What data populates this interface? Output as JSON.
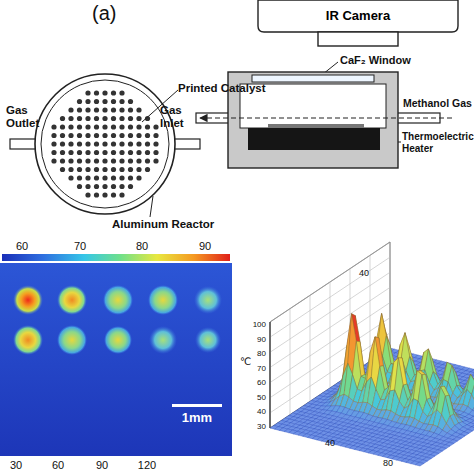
{
  "diagram": {
    "nodes": [
      {
        "text": [
          "IR Camera"
        ]
      }
    ],
    "labels": [
      "(a)",
      "Gas Outlet",
      "Gas Inlet",
      "Printed Catalyst",
      "Aluminum Reactor",
      "CaF₂ Window",
      "Methanol Gas",
      "Thermoelectric Heater",
      "60",
      "70",
      "80",
      "90",
      "1mm",
      "30",
      "60",
      "90",
      "120",
      "40",
      "100",
      "90",
      "80",
      "70",
      "60",
      "50",
      "40",
      "30",
      "℃",
      "40",
      "80"
    ]
  }
}
